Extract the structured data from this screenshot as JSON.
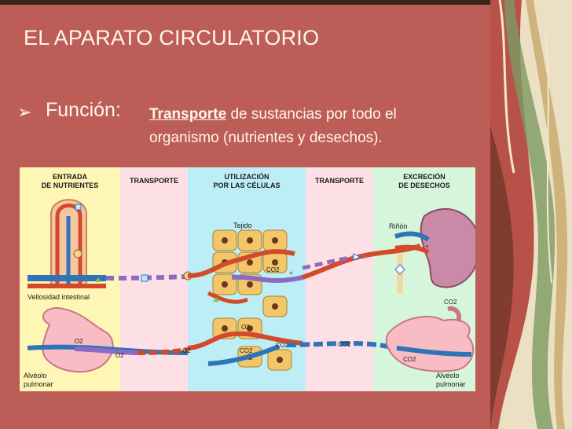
{
  "slide": {
    "title": "EL APARATO CIRCULATORIO",
    "bullet_label": "Función:",
    "bullet_keyword": "Transporte",
    "bullet_text_line1": " de sustancias por todo el",
    "bullet_text_line2": "organismo (nutrientes y desechos)."
  },
  "diagram": {
    "col_entrada_l1": "ENTRADA",
    "col_entrada_l2": "DE NUTRIENTES",
    "col_transporte_1": "TRANSPORTE",
    "col_utilizacion_l1": "UTILIZACIÓN",
    "col_utilizacion_l2": "POR LAS CÉLULAS",
    "col_transporte_2": "TRANSPORTE",
    "col_excrecion_l1": "EXCRECIÓN",
    "col_excrecion_l2": "DE DESECHOS",
    "lbl_tejido": "Tejido",
    "lbl_rinon": "Riñón",
    "lbl_vellosidad": "Vellosidad intestinal",
    "lbl_alveolo_left_l1": "Alvéolo",
    "lbl_alveolo_left_l2": "pulmonar",
    "lbl_alveolo_right_l1": "Alvéolo",
    "lbl_alveolo_right_l2": "pulmonar",
    "lbl_o2_a": "O2",
    "lbl_o2_b": "O2",
    "lbl_o2_c": "O2",
    "lbl_o2_d": "O2",
    "lbl_co2_a": "CO2",
    "lbl_co2_b": "CO2",
    "lbl_co2_c": "CO2",
    "lbl_co2_d": "CO2",
    "lbl_co2_e": "CO2",
    "lbl_co2_f": "CO2"
  },
  "colors": {
    "background": "#bd5d58",
    "text": "#fff6ea",
    "entrada_bg": "#fdf6b4",
    "transporte_bg": "#fde0e6",
    "utilizacion_bg": "#bdeef6",
    "excrecion_bg": "#d6f6dc",
    "artery": "#d24a2a",
    "vein": "#2f73b8"
  }
}
